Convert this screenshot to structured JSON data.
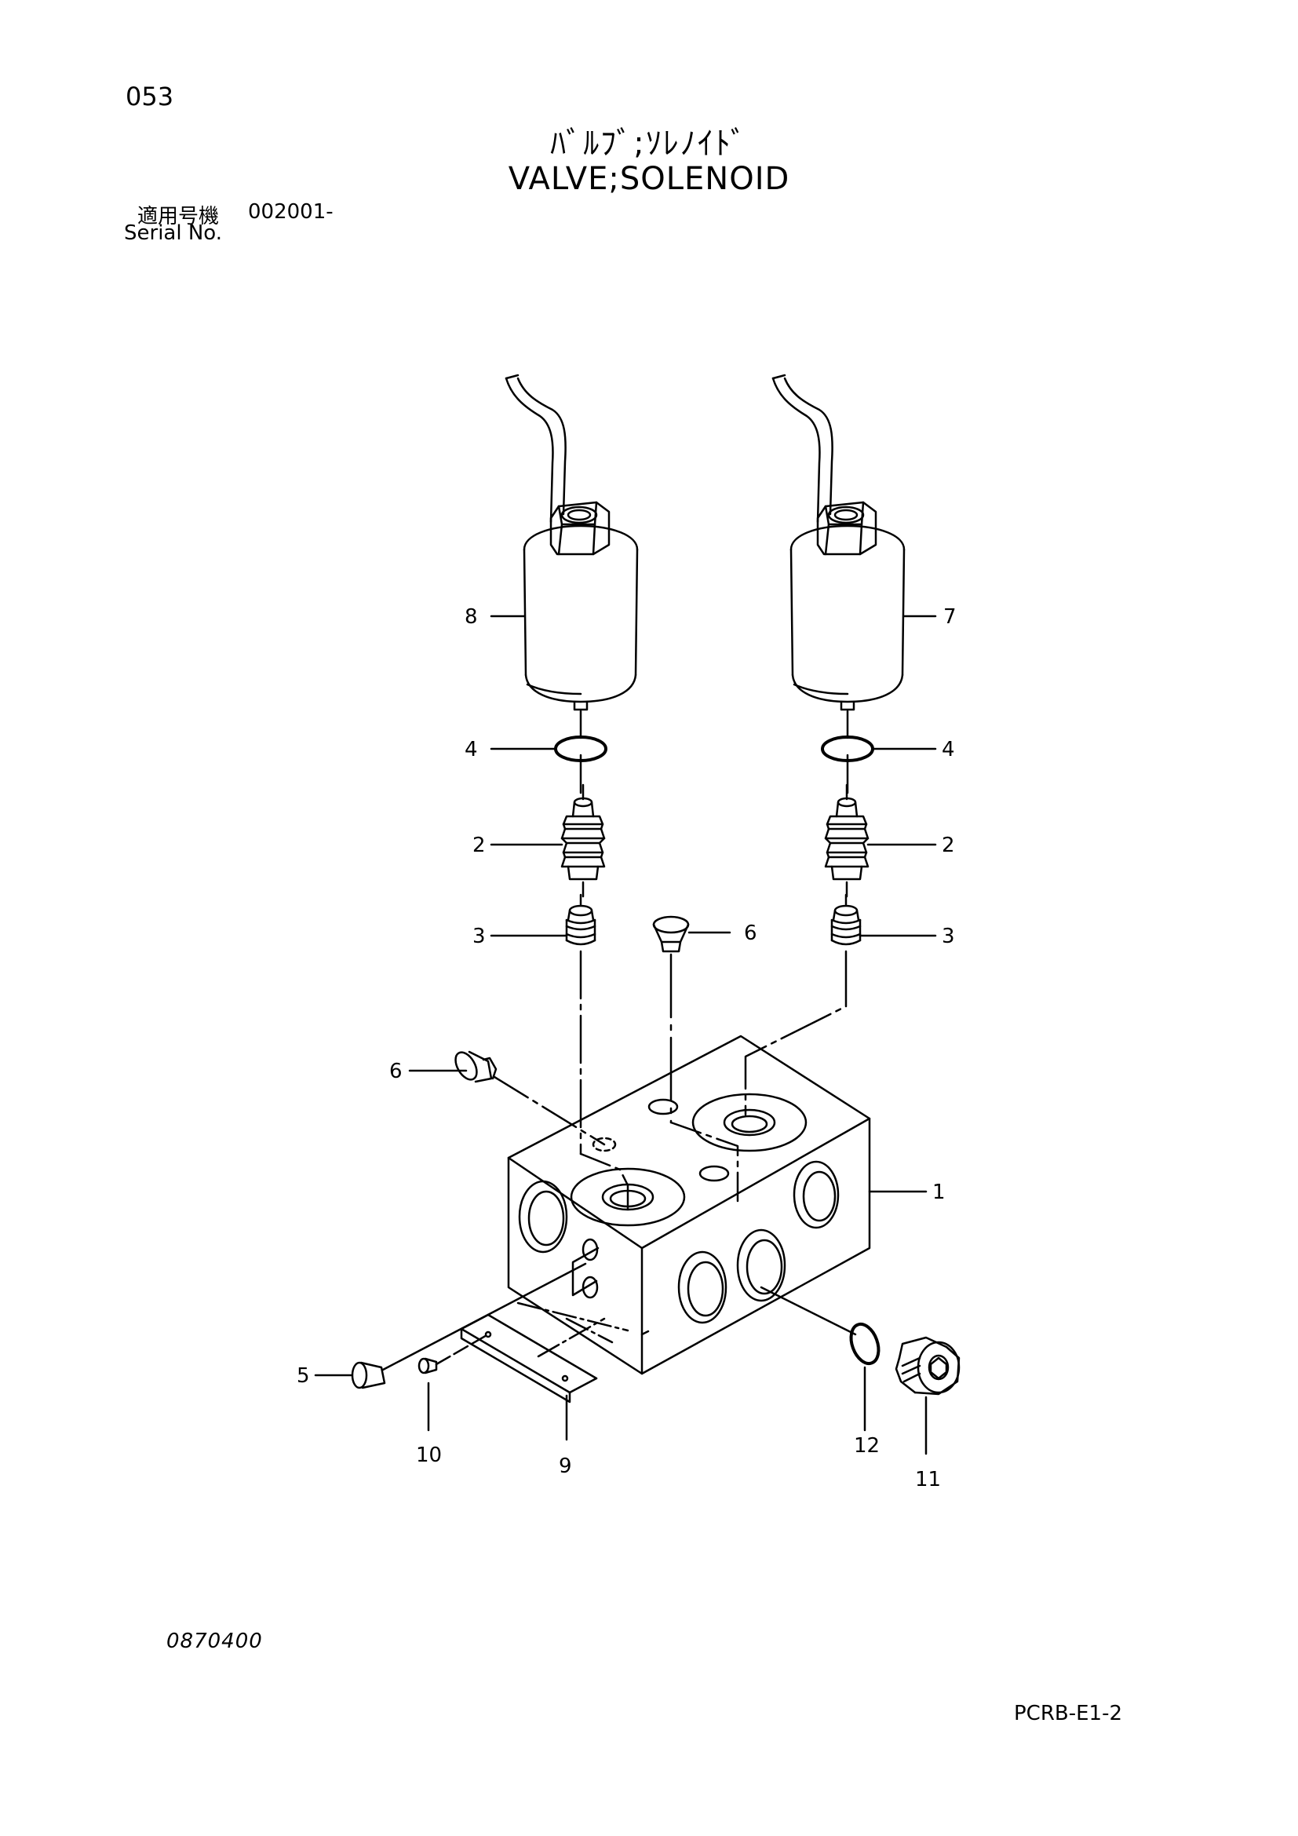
{
  "header": {
    "page_number": "053",
    "title_jp": "ﾊﾞﾙﾌﾞ;ｿﾚﾉｲﾄﾞ",
    "title_en": "VALVE;SOLENOID",
    "serial_label_jp": "適用号機",
    "serial_value": "002001-",
    "serial_label_en": "Serial No."
  },
  "callouts": [
    {
      "id": "c8",
      "text": "8"
    },
    {
      "id": "c7",
      "text": "7"
    },
    {
      "id": "c4l",
      "text": "4"
    },
    {
      "id": "c4r",
      "text": "4"
    },
    {
      "id": "c2l",
      "text": "2"
    },
    {
      "id": "c2r",
      "text": "2"
    },
    {
      "id": "c3l",
      "text": "3"
    },
    {
      "id": "c6t",
      "text": "6"
    },
    {
      "id": "c3r",
      "text": "3"
    },
    {
      "id": "c6l",
      "text": "6"
    },
    {
      "id": "c1",
      "text": "1"
    },
    {
      "id": "c5",
      "text": "5"
    },
    {
      "id": "c10",
      "text": "10"
    },
    {
      "id": "c9",
      "text": "9"
    },
    {
      "id": "c12",
      "text": "12"
    },
    {
      "id": "c11",
      "text": "11"
    }
  ],
  "footer": {
    "drawing_number": "0870400",
    "page_code": "PCRB-E1-2"
  }
}
